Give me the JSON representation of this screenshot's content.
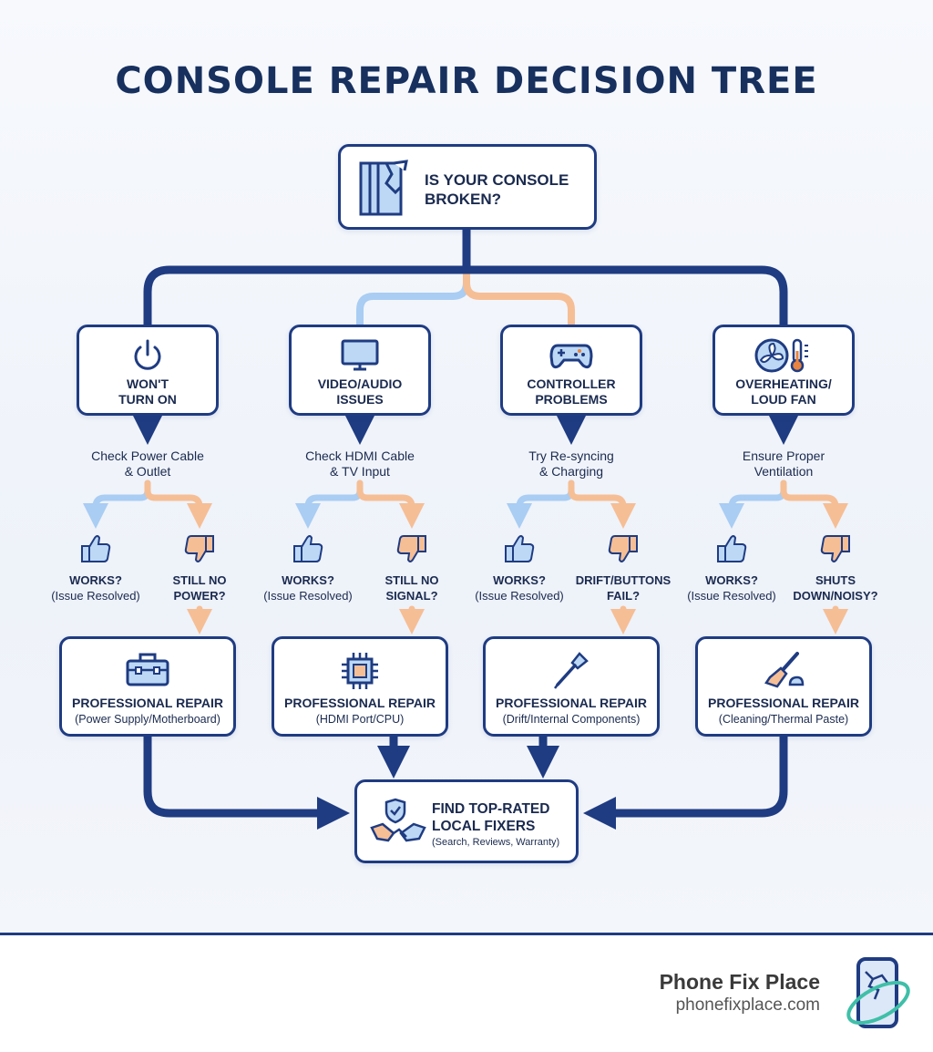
{
  "title": "CONSOLE REPAIR DECISION TREE",
  "root": {
    "label": "IS YOUR CONSOLE BROKEN?",
    "icon": "broken-console-icon"
  },
  "branches": [
    {
      "category": "WON'T\nTURN ON",
      "icon": "power-icon",
      "check": "Check Power Cable\n& Outlet",
      "yes": {
        "title": "WORKS?",
        "sub": "(Issue Resolved)"
      },
      "no": "STILL NO\nPOWER?",
      "repair": {
        "title": "PROFESSIONAL REPAIR",
        "sub": "(Power Supply/Motherboard)",
        "icon": "toolbox-icon"
      }
    },
    {
      "category": "VIDEO/AUDIO\nISSUES",
      "icon": "monitor-icon",
      "check": "Check HDMI Cable\n& TV Input",
      "yes": {
        "title": "WORKS?",
        "sub": "(Issue Resolved)"
      },
      "no": "STILL NO\nSIGNAL?",
      "repair": {
        "title": "PROFESSIONAL REPAIR",
        "sub": "(HDMI Port/CPU)",
        "icon": "chip-icon"
      }
    },
    {
      "category": "CONTROLLER\nPROBLEMS",
      "icon": "gamepad-icon",
      "check": "Try Re-syncing\n& Charging",
      "yes": {
        "title": "WORKS?",
        "sub": "(Issue Resolved)"
      },
      "no": "DRIFT/BUTTONS\nFAIL?",
      "repair": {
        "title": "PROFESSIONAL REPAIR",
        "sub": "(Drift/Internal Components)",
        "icon": "screwdriver-icon"
      }
    },
    {
      "category": "OVERHEATING/\nLOUD FAN",
      "icon": "fan-thermometer-icon",
      "check": "Ensure Proper\nVentilation",
      "yes": {
        "title": "WORKS?",
        "sub": "(Issue Resolved)"
      },
      "no": "SHUTS\nDOWN/NOISY?",
      "repair": {
        "title": "PROFESSIONAL REPAIR",
        "sub": "(Cleaning/Thermal Paste)",
        "icon": "brush-icon"
      }
    }
  ],
  "final": {
    "title": "FIND TOP-RATED\nLOCAL FIXERS",
    "sub": "(Search, Reviews, Warranty)",
    "icon": "handshake-icon"
  },
  "footer": {
    "brand": "Phone Fix Place",
    "url": "phonefixplace.com"
  },
  "colors": {
    "navy": "#1f3c82",
    "light_blue": "#a9cdf3",
    "peach": "#f6be95",
    "icon_fill": "#bcd8f5"
  }
}
